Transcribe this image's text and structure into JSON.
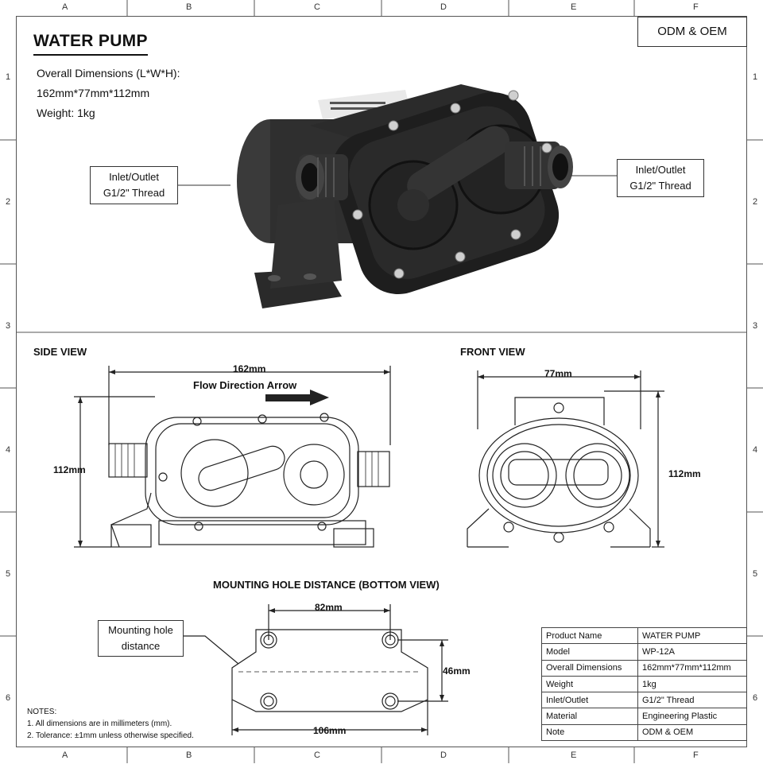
{
  "columns": [
    "A",
    "B",
    "C",
    "D",
    "E",
    "F"
  ],
  "rows": [
    "1",
    "2",
    "3",
    "4",
    "5",
    "6"
  ],
  "title": "WATER PUMP",
  "badge": "ODM & OEM",
  "specs": {
    "dims_label": "Overall Dimensions (L*W*H):",
    "dims_value": "162mm*77mm*112mm",
    "weight": "Weight:  1kg"
  },
  "callouts": {
    "left_line1": "Inlet/Outlet",
    "left_line2": "G1/2\" Thread",
    "right_line1": "Inlet/Outlet",
    "right_line2": "G1/2\" Thread",
    "mount_line1": "Mounting hole",
    "mount_line2": "distance"
  },
  "side_view": {
    "heading": "SIDE VIEW",
    "length": "162mm",
    "height": "112mm",
    "flow": "Flow Direction Arrow"
  },
  "front_view": {
    "heading": "FRONT VIEW",
    "width": "77mm",
    "height": "112mm"
  },
  "bottom_view": {
    "heading": "MOUNTING HOLE DISTANCE (BOTTOM VIEW)",
    "hole_spacing": "82mm",
    "depth": "46mm",
    "base_length": "106mm"
  },
  "notes": {
    "heading": "NOTES:",
    "items": [
      "1. All dimensions are in millimeters (mm).",
      "2. Tolerance: ±1mm unless otherwise specified."
    ]
  },
  "table": [
    {
      "key": "Product Name",
      "value": "WATER PUMP"
    },
    {
      "key": "Model",
      "value": "WP-12A"
    },
    {
      "key": "Overall Dimensions",
      "value": "162mm*77mm*112mm"
    },
    {
      "key": "Weight",
      "value": "1kg"
    },
    {
      "key": "Inlet/Outlet",
      "value": "G1/2\" Thread"
    },
    {
      "key": "Material",
      "value": "Engineering Plastic"
    },
    {
      "key": "Note",
      "value": "ODM & OEM"
    }
  ]
}
